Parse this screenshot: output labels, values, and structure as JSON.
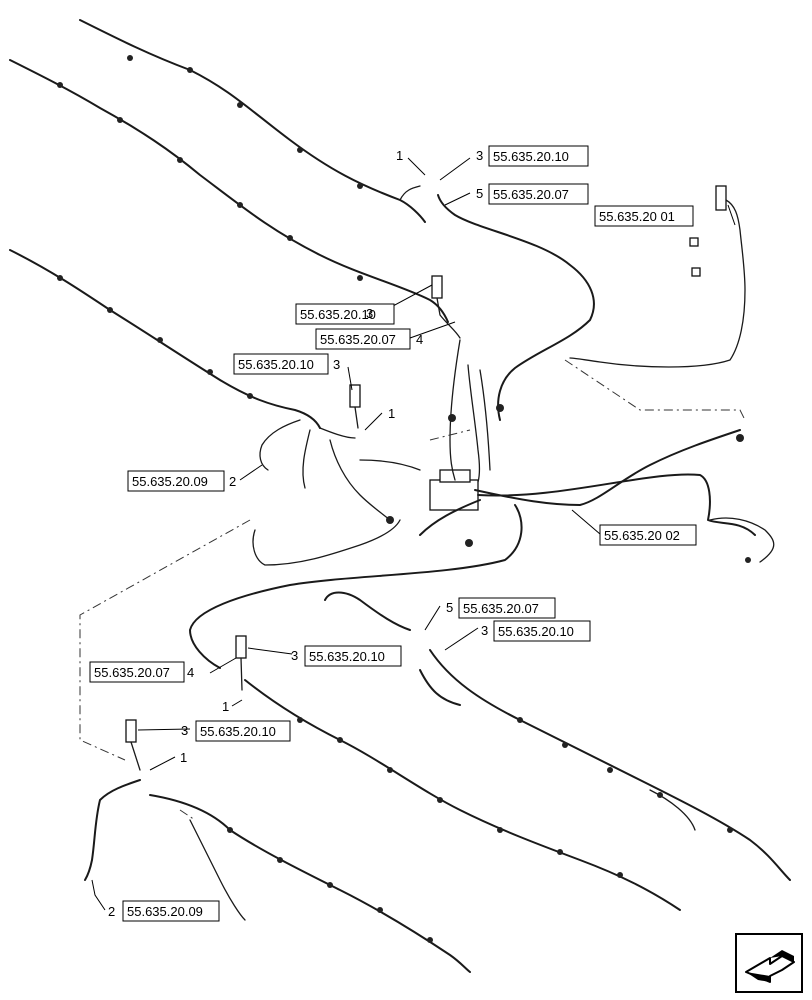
{
  "callouts": {
    "c1": {
      "num": "3",
      "code": "55.635.20.10"
    },
    "c2": {
      "num": "5",
      "code": "55.635.20.07"
    },
    "c3": {
      "code": "55.635.20 01"
    },
    "c4": {
      "num": "3",
      "code": "55.635.20.10"
    },
    "c5": {
      "num": "4",
      "code": "55.635.20.07"
    },
    "c6": {
      "num": "3",
      "code": "55.635.20.10"
    },
    "c7": {
      "num": "2",
      "code": "55.635.20.09"
    },
    "c8": {
      "code": "55.635.20 02"
    },
    "c9": {
      "num": "5",
      "code": "55.635.20.07"
    },
    "c10": {
      "num": "3",
      "code": "55.635.20.10"
    },
    "c11": {
      "num": "3",
      "code": "55.635.20.10"
    },
    "c12": {
      "num": "4",
      "code": "55.635.20.07"
    },
    "c13": {
      "num": "3",
      "code": "55.635.20.10"
    },
    "c14": {
      "num": "2",
      "code": "55.635.20.09"
    }
  },
  "item_labels": {
    "a": "1",
    "b": "1",
    "c": "1",
    "d": "1"
  },
  "nav_icon": "arrow-box-icon"
}
